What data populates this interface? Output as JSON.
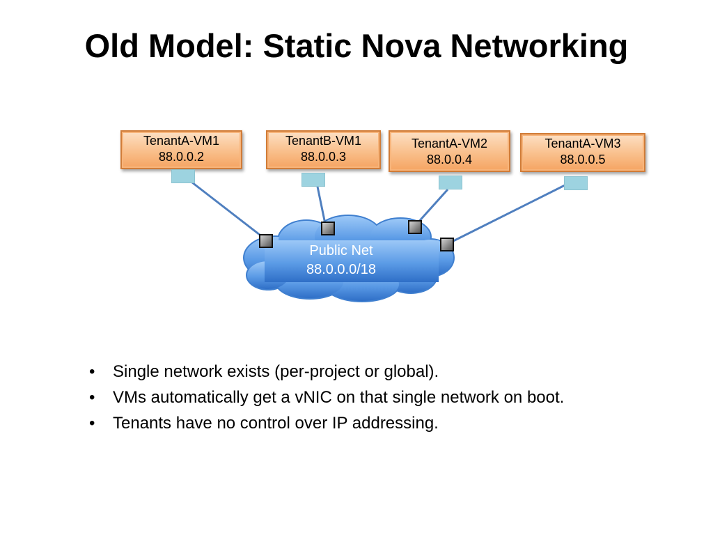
{
  "slide": {
    "title": "Old Model: Static Nova Networking"
  },
  "vms": [
    {
      "name": "TenantA-VM1",
      "ip": "88.0.0.2"
    },
    {
      "name": "TenantB-VM1",
      "ip": "88.0.0.3"
    },
    {
      "name": "TenantA-VM2",
      "ip": "88.0.0.4"
    },
    {
      "name": "TenantA-VM3",
      "ip": "88.0.0.5"
    }
  ],
  "network": {
    "name": "Public Net",
    "cidr": "88.0.0.0/18"
  },
  "bullets": [
    "Single network exists (per-project or global).",
    "VMs automatically get a vNIC on that single network on boot.",
    "Tenants have no control over IP addressing."
  ],
  "colors": {
    "vm_fill": "#f9bf8b",
    "vm_border": "#d07c38",
    "vnic": "#9dd3e0",
    "cloud": "#4a8fe0",
    "link": "#4f7fbf"
  }
}
